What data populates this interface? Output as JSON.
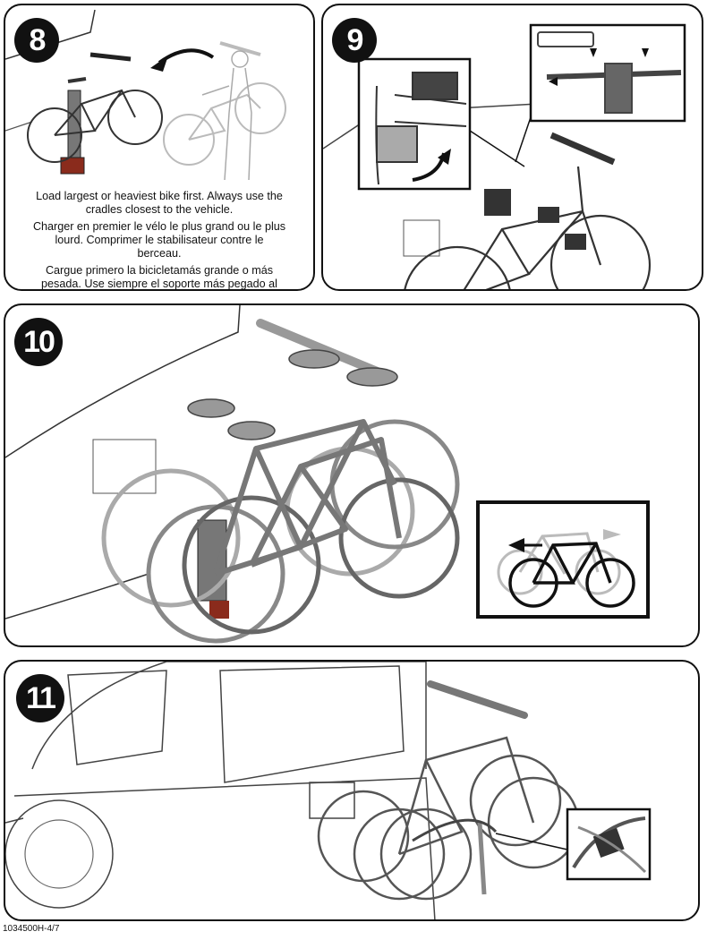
{
  "doc_code": "1034500H-4/7",
  "steps": [
    {
      "number": "8",
      "captions": [
        "Load largest or heaviest bike first. Always use the cradles closest to the vehicle.",
        "Charger en premier le vélo le plus grand ou le plus lourd. Comprimer le stabilisateur contre le berceau.",
        "Cargue primero la bicicletamás grande o más pesada. Use siempre el soporte más pegado al vehículo."
      ]
    },
    {
      "number": "9"
    },
    {
      "number": "10"
    },
    {
      "number": "11"
    }
  ],
  "icons": {
    "direction_arrow": "curved-arrow-icon",
    "bike_alternate": "bike-direction-icon",
    "strap": "strap-detail-icon"
  }
}
